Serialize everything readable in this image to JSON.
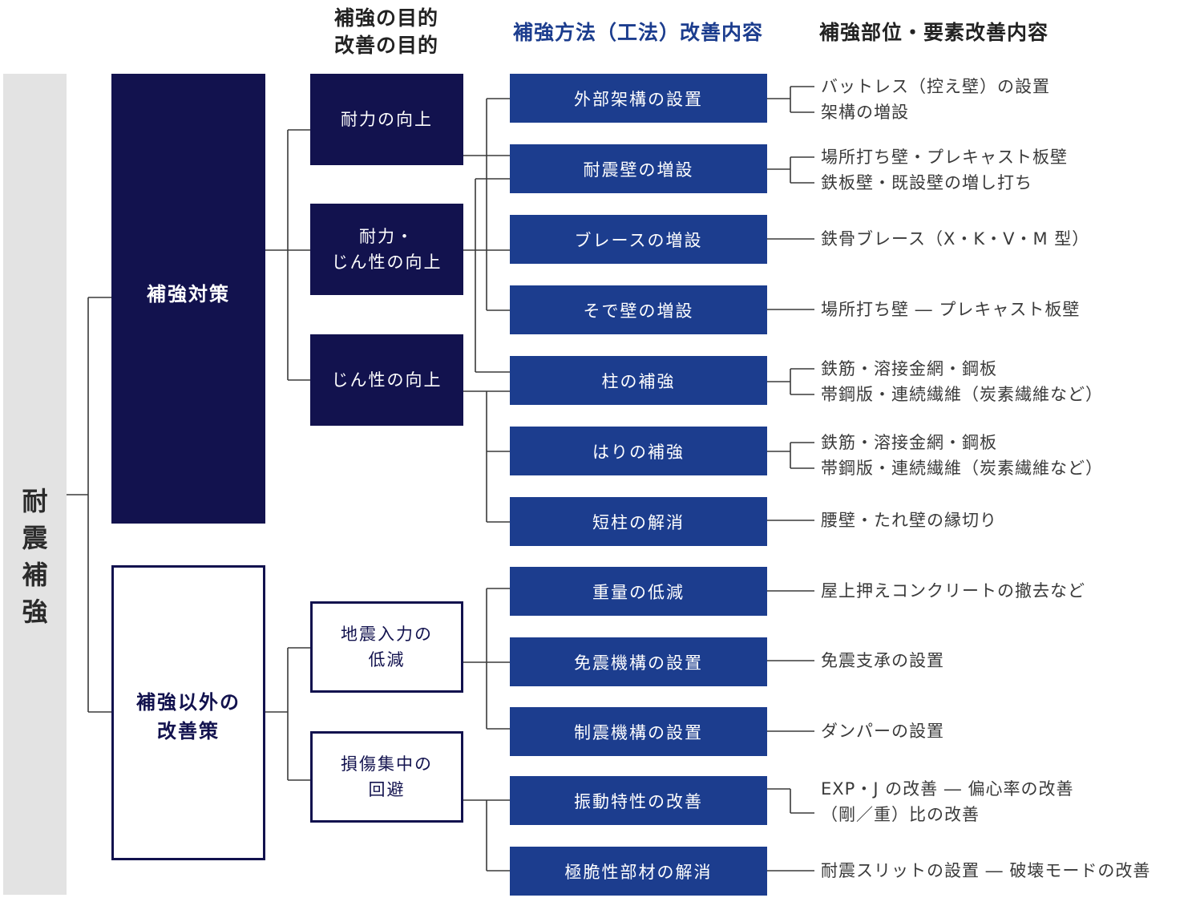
{
  "headers": {
    "purpose": [
      "補強の目的",
      "改善の目的"
    ],
    "method": "補強方法（工法）改善内容",
    "part": "補強部位・要素改善内容"
  },
  "colors": {
    "navy": "#12124e",
    "blue": "#1c3d8e",
    "grey": "#e3e3e3",
    "heading_blue": "#1c3d8e"
  },
  "root": {
    "label": [
      "耐",
      "震",
      "補",
      "強"
    ]
  },
  "level1": [
    {
      "label": [
        "補強対策"
      ]
    },
    {
      "label": [
        "補強以外の",
        "改善策"
      ]
    }
  ],
  "level2": [
    {
      "label": [
        "耐力の向上"
      ]
    },
    {
      "label": [
        "耐力・",
        "じん性の向上"
      ]
    },
    {
      "label": [
        "じん性の向上"
      ]
    },
    {
      "label": [
        "地震入力の",
        "低減"
      ]
    },
    {
      "label": [
        "損傷集中の",
        "回避"
      ]
    }
  ],
  "methods": [
    {
      "label": "外部架構の設置",
      "details": [
        "バットレス（控え壁）の設置",
        "架構の増設"
      ]
    },
    {
      "label": "耐震壁の増設",
      "details": [
        "場所打ち壁・プレキャスト板壁",
        "鉄板壁・既設壁の増し打ち"
      ]
    },
    {
      "label": "ブレースの増設",
      "details": [
        "鉄骨ブレース（X・K・V・M 型）"
      ]
    },
    {
      "label": "そで壁の増設",
      "details": [
        "場所打ち壁 ― プレキャスト板壁"
      ]
    },
    {
      "label": "柱の補強",
      "details": [
        "鉄筋・溶接金網・鋼板",
        "帯鋼版・連続繊維（炭素繊維など）"
      ]
    },
    {
      "label": "はりの補強",
      "details": [
        "鉄筋・溶接金網・鋼板",
        "帯鋼版・連続繊維（炭素繊維など）"
      ]
    },
    {
      "label": "短柱の解消",
      "details": [
        "腰壁・たれ壁の縁切り"
      ]
    },
    {
      "label": "重量の低減",
      "details": [
        "屋上押えコンクリートの撤去など"
      ]
    },
    {
      "label": "免震機構の設置",
      "details": [
        "免震支承の設置"
      ]
    },
    {
      "label": "制震機構の設置",
      "details": [
        "ダンパーの設置"
      ]
    },
    {
      "label": "振動特性の改善",
      "details": [
        "EXP・J の改善 ― 偏心率の改善",
        "（剛／重）比の改善"
      ]
    },
    {
      "label": "極脆性部材の解消",
      "details": [
        "耐震スリットの設置 ― 破壊モードの改善"
      ]
    }
  ]
}
